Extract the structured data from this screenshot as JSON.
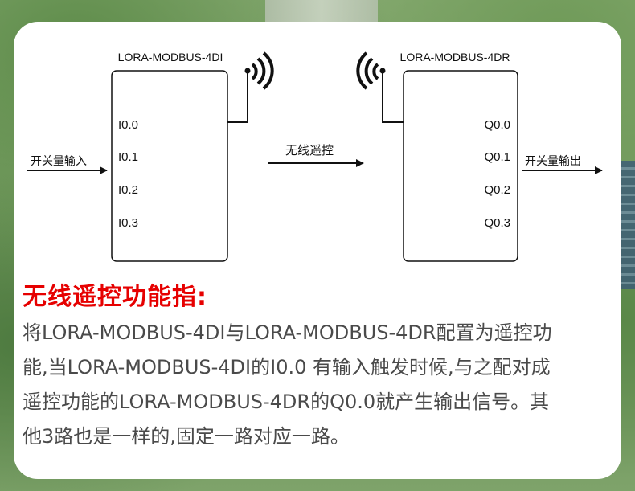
{
  "diagram": {
    "left_device": {
      "title": "LORA-MODBUS-4DI",
      "ports": [
        "I0.0",
        "I0.1",
        "I0.2",
        "I0.3"
      ]
    },
    "right_device": {
      "title": "LORA-MODBUS-4DR",
      "ports": [
        "Q0.0",
        "Q0.1",
        "Q0.2",
        "Q0.3"
      ]
    },
    "input_label": "开关量输入",
    "link_label": "无线遥控",
    "output_label": "开关量输出"
  },
  "description": {
    "heading": "无线遥控功能指:",
    "lines": [
      "将LORA-MODBUS-4DI与LORA-MODBUS-4DR配置为遥控功",
      "能,当LORA-MODBUS-4DI的I0.0 有输入触发时候,与之配对成",
      "遥控功能的LORA-MODBUS-4DR的Q0.0就产生输出信号。其",
      "他3路也是一样的,固定一路对应一路。"
    ]
  },
  "colors": {
    "heading": "#e60000",
    "text": "#4a4a4a",
    "line": "#111111",
    "card": "#ffffff"
  }
}
